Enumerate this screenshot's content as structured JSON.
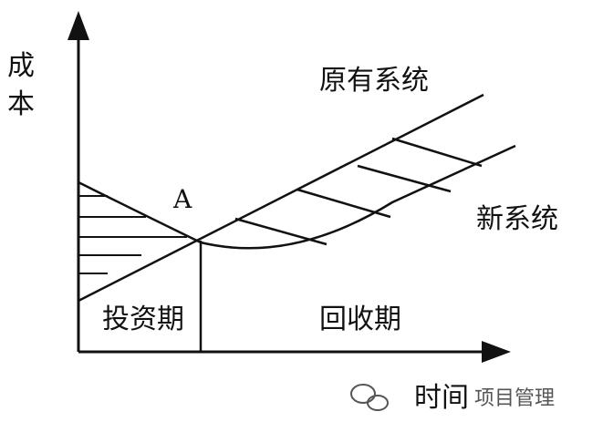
{
  "axes": {
    "y_label": "成本",
    "x_label": "时间"
  },
  "curves": {
    "original": "原有系统",
    "new": "新系统"
  },
  "point_label": "A",
  "regions": {
    "investment": "投资期",
    "payback": "回收期"
  },
  "watermark": {
    "icon": "wechat-icon",
    "text": "项目管理"
  },
  "colors": {
    "ink": "#111111",
    "watermark": "#555555"
  }
}
